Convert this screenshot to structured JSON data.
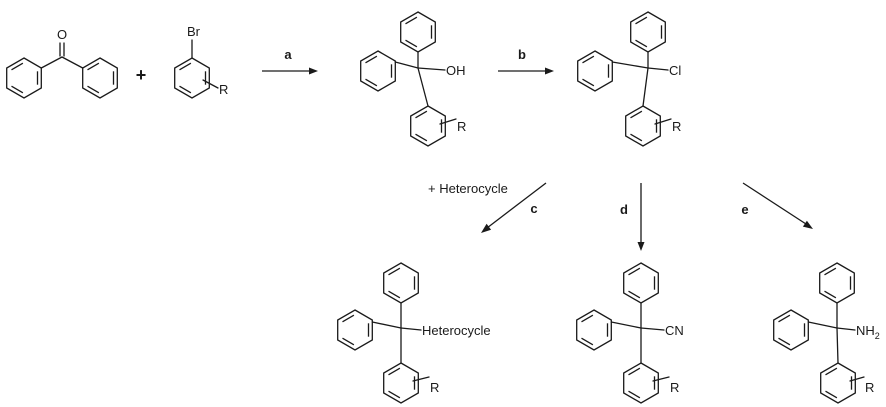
{
  "labels": {
    "benzophenone_o": "O",
    "plus_sign": "+",
    "bromoarene_br": "Br",
    "bromoarene_r": "R",
    "alcohol_oh": "OH",
    "alcohol_r": "R",
    "chloride_cl": "Cl",
    "chloride_r": "R",
    "heterocycle_product_label": "Heterocycle",
    "heterocycle_product_r": "R",
    "nitrile_cn": "CN",
    "nitrile_r": "R",
    "amine_nh": "NH",
    "amine_sub": "2",
    "amine_r": "R"
  },
  "steps": {
    "a": "a",
    "b": "b",
    "c": "c",
    "d": "d",
    "e": "e",
    "c_reagent": "+ Heterocycle"
  }
}
